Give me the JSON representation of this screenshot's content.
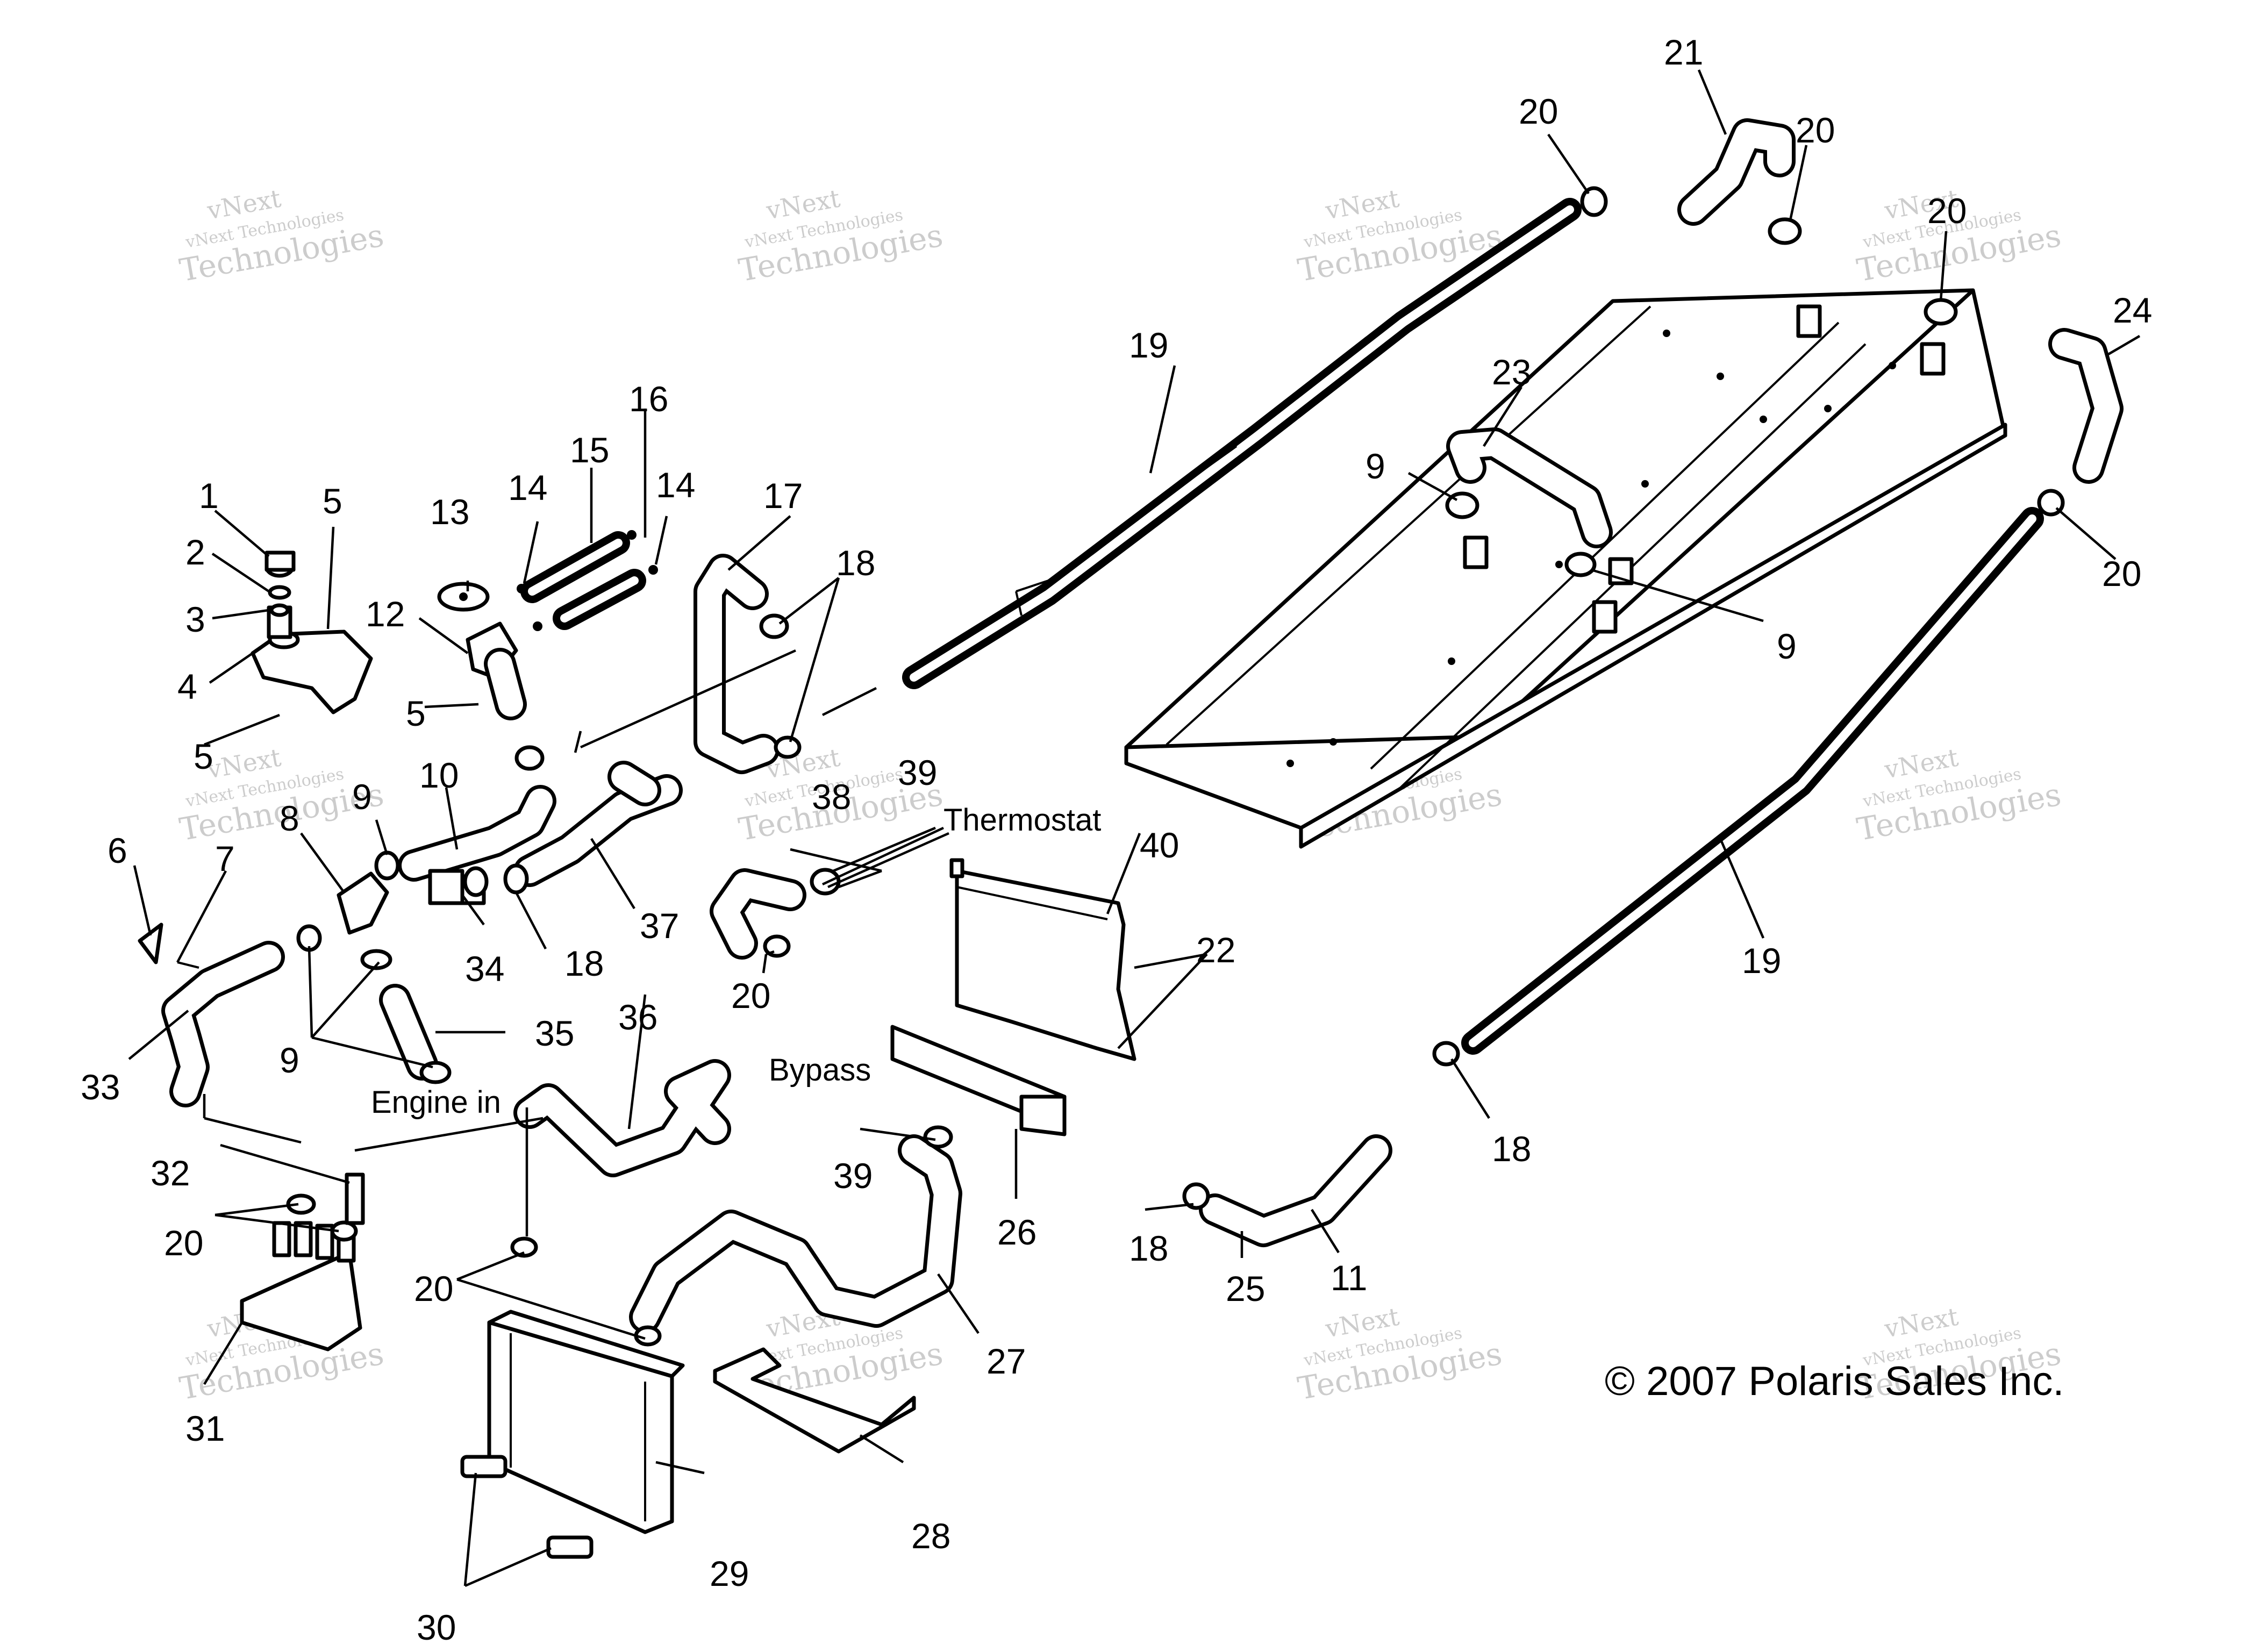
{
  "watermark": {
    "line1": "vNext Technologies",
    "line2": "Technologies",
    "arc": "vNext"
  },
  "notes": {
    "thermostat": "Thermostat",
    "bypass": "Bypass",
    "engine_in": "Engine in"
  },
  "copyright": "© 2007 Polaris Sales Inc.",
  "callouts": {
    "c1": "1",
    "c2": "2",
    "c3": "3",
    "c4": "4",
    "c5a": "5",
    "c5b": "5",
    "c5c": "5",
    "c6": "6",
    "c7": "7",
    "c8": "8",
    "c9a": "9",
    "c9b": "9",
    "c9c": "9",
    "c9d": "9",
    "c10": "10",
    "c11": "11",
    "c12": "12",
    "c13": "13",
    "c14a": "14",
    "c14b": "14",
    "c15": "15",
    "c16": "16",
    "c17": "17",
    "c18a": "18",
    "c18b": "18",
    "c18c": "18",
    "c18d": "18",
    "c19a": "19",
    "c19b": "19",
    "c20a": "20",
    "c20b": "20",
    "c20c": "20",
    "c20d": "20",
    "c20e": "20",
    "c20f": "20",
    "c20g": "20",
    "c21": "21",
    "c22": "22",
    "c23": "23",
    "c24": "24",
    "c25": "25",
    "c26": "26",
    "c27": "27",
    "c28": "28",
    "c29": "29",
    "c30": "30",
    "c31": "31",
    "c32": "32",
    "c33": "33",
    "c34": "34",
    "c35": "35",
    "c36": "36",
    "c37": "37",
    "c38": "38",
    "c39a": "39",
    "c39b": "39",
    "c40": "40"
  }
}
